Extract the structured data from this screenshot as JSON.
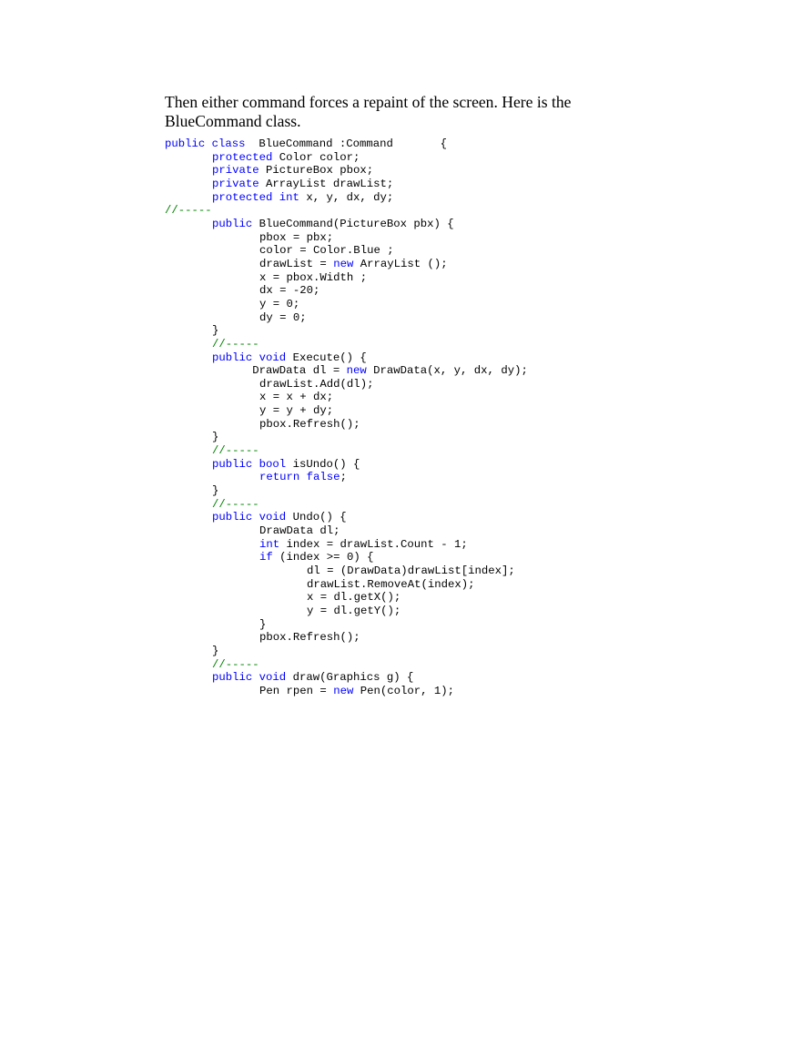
{
  "paragraph": "Then either command forces a repaint of the screen. Here is the BlueCommand class.",
  "colors": {
    "keyword": "#0000ff",
    "comment": "#008000",
    "text": "#000000"
  },
  "code": [
    {
      "indent": 0,
      "seg": [
        [
          "kw",
          "public class"
        ],
        [
          "",
          "  BlueCommand :Command       {"
        ]
      ]
    },
    {
      "indent": 1,
      "seg": [
        [
          "kw",
          "protected"
        ],
        [
          "",
          " Color color;"
        ]
      ]
    },
    {
      "indent": 1,
      "seg": [
        [
          "kw",
          "private"
        ],
        [
          "",
          " PictureBox pbox;"
        ]
      ]
    },
    {
      "indent": 1,
      "seg": [
        [
          "kw",
          "private"
        ],
        [
          "",
          " ArrayList drawList;"
        ]
      ]
    },
    {
      "indent": 1,
      "seg": [
        [
          "kw",
          "protected int"
        ],
        [
          "",
          " x, y, dx, dy;"
        ]
      ]
    },
    {
      "indent": 0,
      "seg": [
        [
          "cm",
          "//-----"
        ]
      ]
    },
    {
      "indent": 1,
      "seg": [
        [
          "kw",
          "public"
        ],
        [
          "",
          " BlueCommand(PictureBox pbx) {"
        ]
      ]
    },
    {
      "indent": 2,
      "seg": [
        [
          "",
          "pbox = pbx;"
        ]
      ]
    },
    {
      "indent": 2,
      "seg": [
        [
          "",
          "color = Color.Blue ;"
        ]
      ]
    },
    {
      "indent": 2,
      "seg": [
        [
          "",
          "drawList = "
        ],
        [
          "kw",
          "new"
        ],
        [
          "",
          " ArrayList ();"
        ]
      ]
    },
    {
      "indent": 2,
      "seg": [
        [
          "",
          "x = pbox.Width ;"
        ]
      ]
    },
    {
      "indent": 2,
      "seg": [
        [
          "",
          "dx = -20;"
        ]
      ]
    },
    {
      "indent": 2,
      "seg": [
        [
          "",
          "y = 0;"
        ]
      ]
    },
    {
      "indent": 2,
      "seg": [
        [
          "",
          "dy = 0;"
        ]
      ]
    },
    {
      "indent": 1,
      "seg": [
        [
          "",
          "}"
        ]
      ]
    },
    {
      "indent": 1,
      "seg": [
        [
          "cm",
          "//-----"
        ]
      ]
    },
    {
      "indent": 1,
      "seg": [
        [
          "kw",
          "public void"
        ],
        [
          "",
          " Execute() {"
        ]
      ]
    },
    {
      "indent": 1,
      "seg": [
        [
          "",
          "      DrawData dl = "
        ],
        [
          "kw",
          "new"
        ],
        [
          "",
          " DrawData(x, y, dx, dy);"
        ]
      ]
    },
    {
      "indent": 2,
      "seg": [
        [
          "",
          "drawList.Add(dl);"
        ]
      ]
    },
    {
      "indent": 2,
      "seg": [
        [
          "",
          "x = x + dx;"
        ]
      ]
    },
    {
      "indent": 2,
      "seg": [
        [
          "",
          "y = y + dy;"
        ]
      ]
    },
    {
      "indent": 2,
      "seg": [
        [
          "",
          "pbox.Refresh();"
        ]
      ]
    },
    {
      "indent": 1,
      "seg": [
        [
          "",
          "}"
        ]
      ]
    },
    {
      "indent": 1,
      "seg": [
        [
          "cm",
          "//-----"
        ]
      ]
    },
    {
      "indent": 1,
      "seg": [
        [
          "kw",
          "public bool"
        ],
        [
          "",
          " isUndo() {"
        ]
      ]
    },
    {
      "indent": 2,
      "seg": [
        [
          "kw",
          "return false"
        ],
        [
          "",
          ";"
        ]
      ]
    },
    {
      "indent": 1,
      "seg": [
        [
          "",
          "}"
        ]
      ]
    },
    {
      "indent": 1,
      "seg": [
        [
          "cm",
          "//-----"
        ]
      ]
    },
    {
      "indent": 1,
      "seg": [
        [
          "kw",
          "public void"
        ],
        [
          "",
          " Undo() {"
        ]
      ]
    },
    {
      "indent": 2,
      "seg": [
        [
          "",
          "DrawData dl;"
        ]
      ]
    },
    {
      "indent": 2,
      "seg": [
        [
          "kw",
          "int"
        ],
        [
          "",
          " index = drawList.Count - 1;"
        ]
      ]
    },
    {
      "indent": 2,
      "seg": [
        [
          "kw",
          "if"
        ],
        [
          "",
          " (index >= 0) {"
        ]
      ]
    },
    {
      "indent": 3,
      "seg": [
        [
          "",
          "dl = (DrawData)drawList[index];"
        ]
      ]
    },
    {
      "indent": 3,
      "seg": [
        [
          "",
          "drawList.RemoveAt(index);"
        ]
      ]
    },
    {
      "indent": 3,
      "seg": [
        [
          "",
          "x = dl.getX();"
        ]
      ]
    },
    {
      "indent": 3,
      "seg": [
        [
          "",
          "y = dl.getY();"
        ]
      ]
    },
    {
      "indent": 2,
      "seg": [
        [
          "",
          "}"
        ]
      ]
    },
    {
      "indent": 2,
      "seg": [
        [
          "",
          "pbox.Refresh();"
        ]
      ]
    },
    {
      "indent": 1,
      "seg": [
        [
          "",
          "}"
        ]
      ]
    },
    {
      "indent": 1,
      "seg": [
        [
          "cm",
          "//-----"
        ]
      ]
    },
    {
      "indent": 1,
      "seg": [
        [
          "kw",
          "public void"
        ],
        [
          "",
          " draw(Graphics g) {"
        ]
      ]
    },
    {
      "indent": 2,
      "seg": [
        [
          "",
          "Pen rpen = "
        ],
        [
          "kw",
          "new"
        ],
        [
          "",
          " Pen(color, 1);"
        ]
      ]
    }
  ]
}
